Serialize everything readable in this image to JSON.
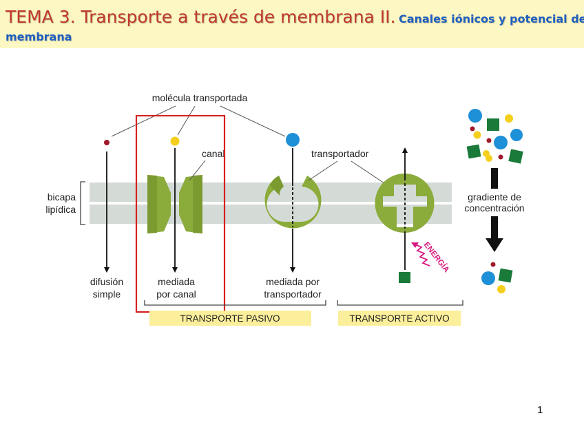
{
  "title": {
    "main": "TEMA 3. Transporte a través de membrana II.",
    "sub": "Canales iónicos y potencial de",
    "sub_cont": "membrana"
  },
  "diagram": {
    "transported_molecule": "molécula transportada",
    "channel": "canal",
    "carrier": "transportador",
    "bilayer_line1": "bicapa",
    "bilayer_line2": "lipídica",
    "gradient_line1": "gradiente de",
    "gradient_line2": "concentración",
    "energy": "ENERGÍA",
    "simple_diffusion_line1": "difusión",
    "simple_diffusion_line2": "simple",
    "channel_mediated_line1": "mediada",
    "channel_mediated_line2": "por canal",
    "carrier_mediated_line1": "mediada por",
    "carrier_mediated_line2": "transportador",
    "passive_transport": "TRANSPORTE PASIVO",
    "active_transport": "TRANSPORTE ACTIVO"
  },
  "colors": {
    "title_red": "#c0392b",
    "title_blue": "#1f5fbf",
    "membrane": "#d4dbd6",
    "protein_green": "#8bab3b",
    "molecule_red": "#a0182a",
    "molecule_yellow": "#f4cf1b",
    "molecule_blue": "#1e90d8",
    "molecule_green": "#1a7a3a",
    "energy_magenta": "#d6197e",
    "label_band": "#fcef9c",
    "highlight_box": "#d62020"
  },
  "page_number": "1"
}
